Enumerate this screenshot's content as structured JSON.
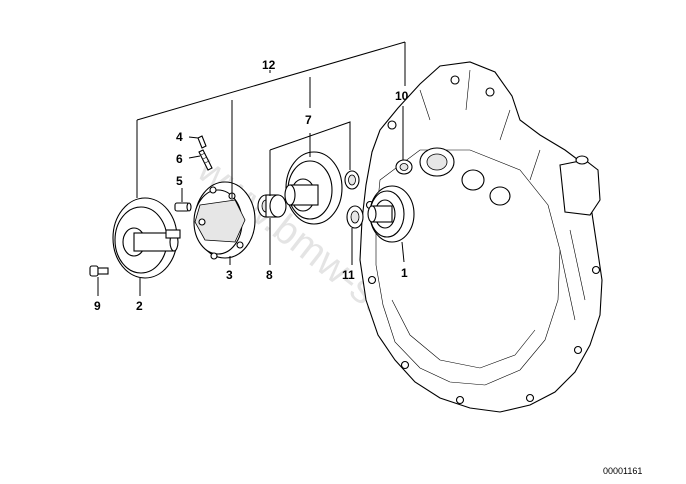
{
  "callouts": {
    "c1": "1",
    "c2": "2",
    "c3": "3",
    "c4": "4",
    "c5": "5",
    "c6": "6",
    "c7": "7",
    "c8": "8",
    "c9": "9",
    "c10": "10",
    "c11": "11",
    "c12": "12"
  },
  "doc_id": "00001161",
  "watermark": "www.bmw-store.ru"
}
